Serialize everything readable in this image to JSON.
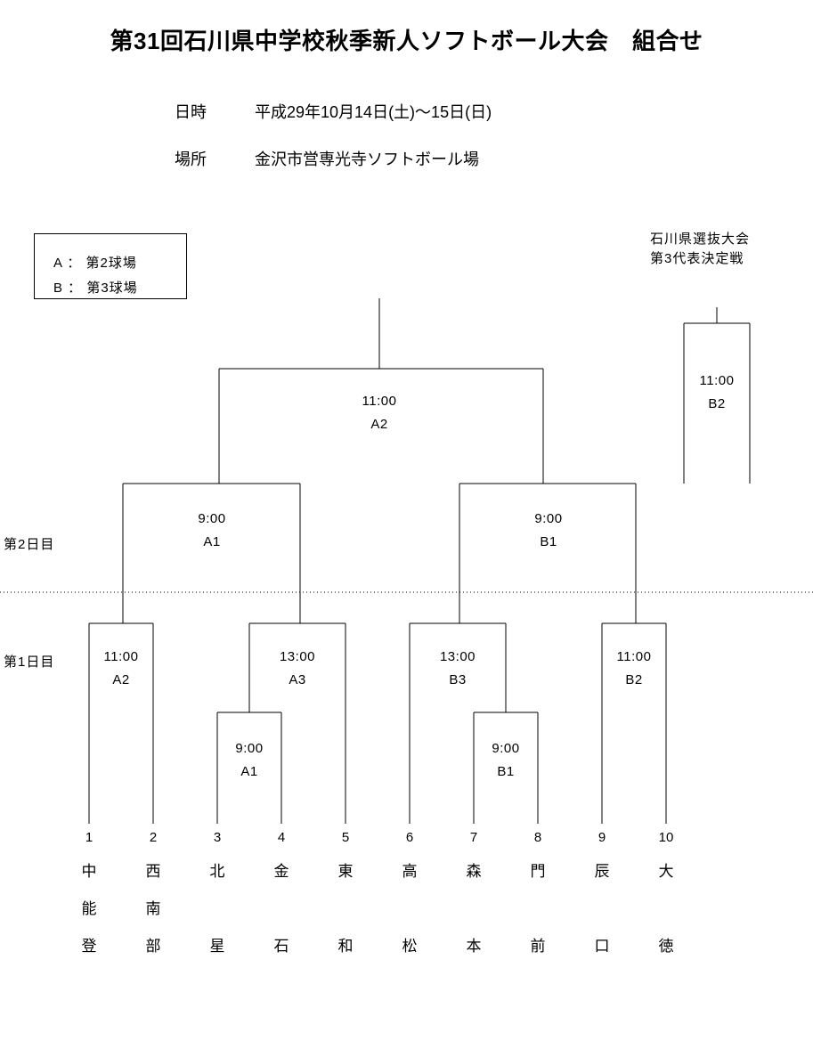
{
  "header": {
    "title": "第31回石川県中学校秋季新人ソフトボール大会　組合せ",
    "date_label": "日時",
    "date_value": "平成29年10月14日(土)〜15日(日)",
    "place_label": "場所",
    "place_value": "金沢市営専光寺ソフトボール場"
  },
  "legend": {
    "line_a": "A ： 第2球場",
    "line_b": "B ： 第3球場"
  },
  "side_note": {
    "line1": "石川県選抜大会",
    "line2": "第3代表決定戦"
  },
  "day_labels": {
    "day2": "第2日目",
    "day1": "第1日目"
  },
  "matches": {
    "final": {
      "time": "11:00",
      "field": "A2"
    },
    "semi_left": {
      "time": "9:00",
      "field": "A1"
    },
    "semi_right": {
      "time": "9:00",
      "field": "B1"
    },
    "third_place": {
      "time": "11:00",
      "field": "B2"
    },
    "d1_m1": {
      "time": "11:00",
      "field": "A2"
    },
    "d1_m2": {
      "time": "13:00",
      "field": "A3"
    },
    "d1_m3": {
      "time": "9:00",
      "field": "A1"
    },
    "d1_m4": {
      "time": "13:00",
      "field": "B3"
    },
    "d1_m5": {
      "time": "9:00",
      "field": "B1"
    },
    "d1_m6": {
      "time": "11:00",
      "field": "B2"
    }
  },
  "teams": [
    {
      "seed": "1",
      "chars": [
        "中",
        "能",
        "登"
      ]
    },
    {
      "seed": "2",
      "chars": [
        "西",
        "南",
        "部"
      ]
    },
    {
      "seed": "3",
      "chars": [
        "北",
        "",
        "星"
      ]
    },
    {
      "seed": "4",
      "chars": [
        "金",
        "",
        "石"
      ]
    },
    {
      "seed": "5",
      "chars": [
        "東",
        "",
        "和"
      ]
    },
    {
      "seed": "6",
      "chars": [
        "高",
        "",
        "松"
      ]
    },
    {
      "seed": "7",
      "chars": [
        "森",
        "",
        "本"
      ]
    },
    {
      "seed": "8",
      "chars": [
        "門",
        "",
        "前"
      ]
    },
    {
      "seed": "9",
      "chars": [
        "辰",
        "",
        "口"
      ]
    },
    {
      "seed": "10",
      "chars": [
        "大",
        "",
        "徳"
      ]
    }
  ]
}
